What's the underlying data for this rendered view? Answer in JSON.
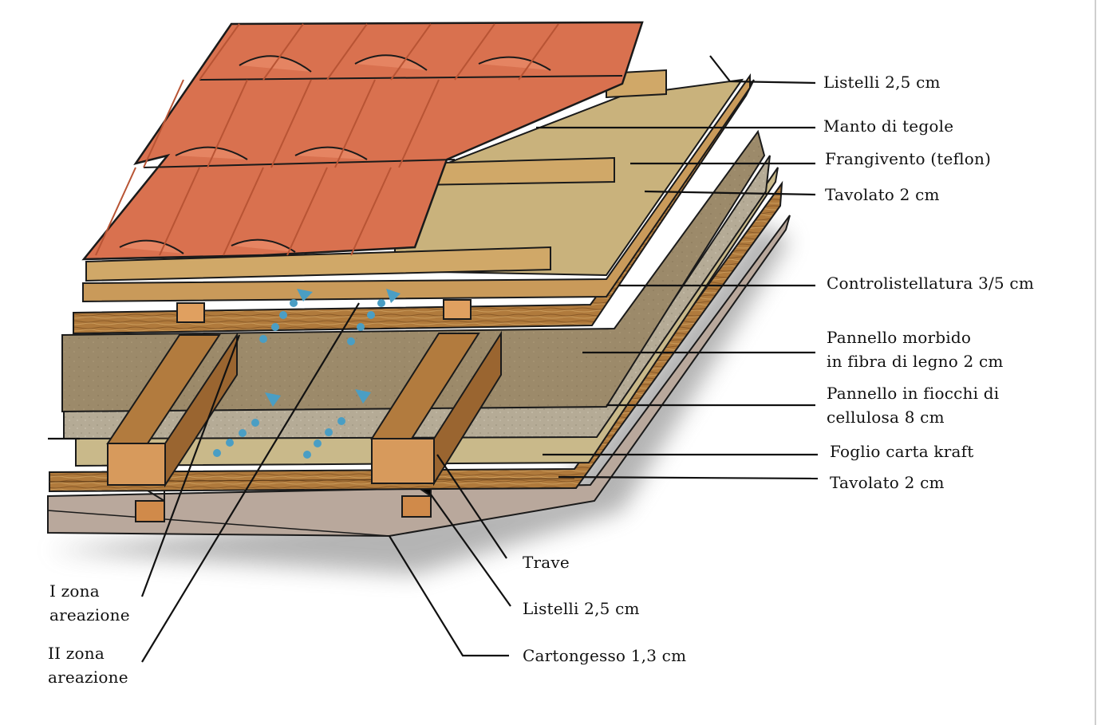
{
  "labels": {
    "listelli_top": "Listelli 2,5 cm",
    "manto": "Manto di tegole",
    "frangivento": "Frangivento (teflon)",
    "tavolato_top": "Tavolato 2 cm",
    "controlistellatura": "Controlistellatura 3/5 cm",
    "pannello_morbido_1": "Pannello morbido",
    "pannello_morbido_2": "in fibra di legno 2 cm",
    "pannello_fiocchi_1": "Pannello in fiocchi di",
    "pannello_fiocchi_2": "cellulosa 8 cm",
    "foglio": "Foglio carta kraft",
    "tavolato_bottom": "Tavolato 2 cm",
    "trave": "Trave",
    "listelli_bottom": "Listelli 2,5 cm",
    "cartongesso": "Cartongesso 1,3 cm",
    "zona1_1": "I zona",
    "zona1_2": "areazione",
    "zona2_1": "II zona",
    "zona2_2": "areazione"
  },
  "colors": {
    "tile": "#d9714f",
    "tile_shade": "#b85434",
    "wood": "#b07a3c",
    "wood_light": "#c99a5a",
    "felt": "#c9b98a",
    "fiber": "#9c8a6a",
    "cellulose": "#b5ab96",
    "plaster": "#b9a89c",
    "air_arrow": "#4a9ec4",
    "outline": "#1a1a1a"
  }
}
